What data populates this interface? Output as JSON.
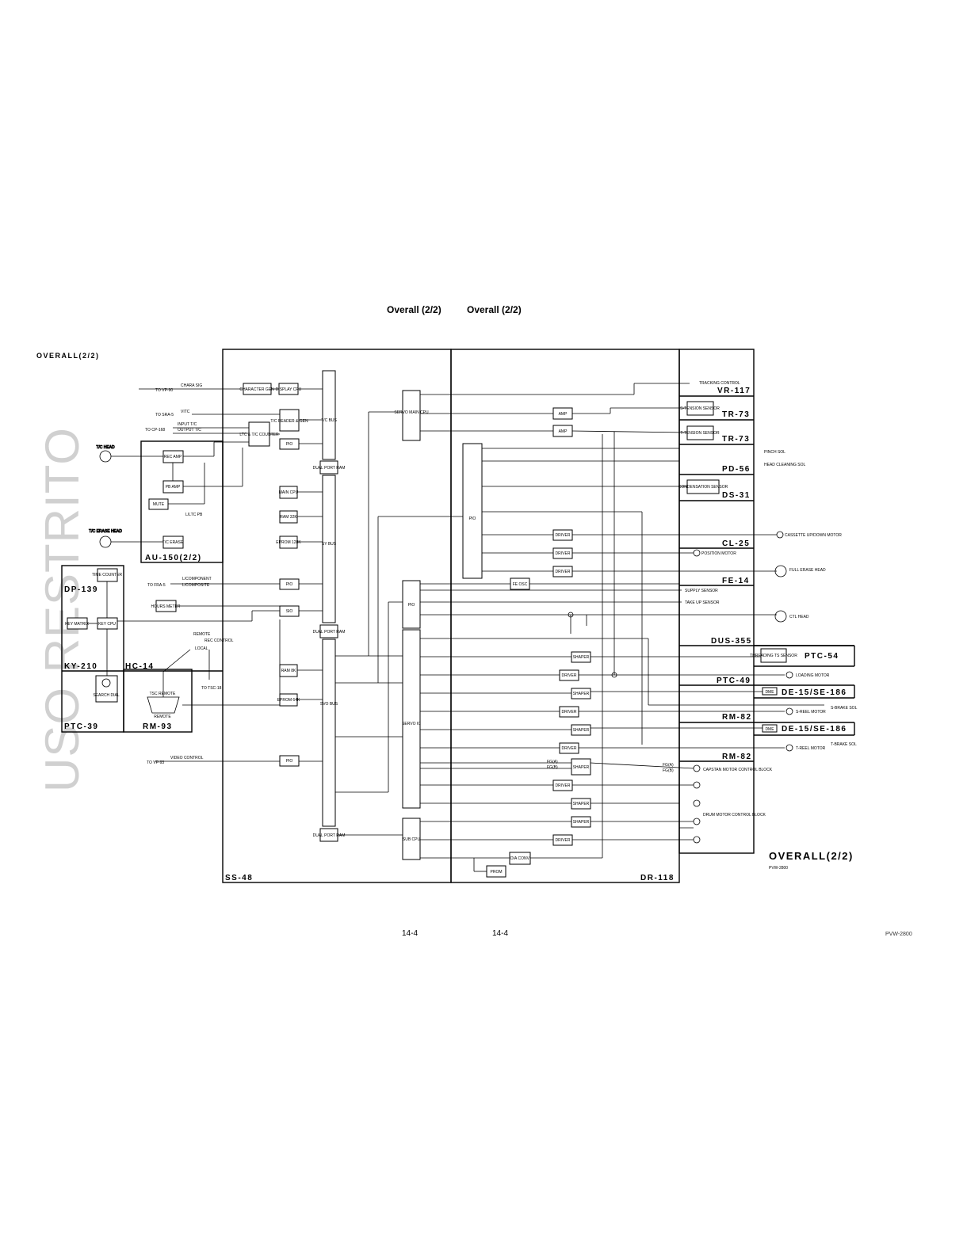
{
  "header": {
    "left": "Overall (2/2)",
    "right": "Overall (2/2)"
  },
  "watermark": "USO RESTRITO",
  "diagram_title": "OVERALL(2/2)",
  "big_title": "OVERALL(2/2)",
  "model_sub": "PVW-2800",
  "footer": {
    "left": "14-4",
    "right": "14-4",
    "model": "PVW-2800"
  },
  "boards": {
    "au150": "AU-150(2/2)",
    "dp139": "DP-139",
    "ky210": "KY-210",
    "hc14": "HC-14",
    "ptc39": "PTC-39",
    "rm93": "RM-93",
    "ss48": "SS-48",
    "dr118": "DR-118",
    "vr117": "VR-117",
    "tr73a": "TR-73",
    "tr73b": "TR-73",
    "pd56": "PD-56",
    "ds31": "DS-31",
    "cl25": "CL-25",
    "fe14": "FE-14",
    "dus355": "DUS-355",
    "ptc54": "PTC-54",
    "ptc49": "PTC-49",
    "de15a": "DE-15/SE-186",
    "rm82a": "RM-82",
    "de15b": "DE-15/SE-186",
    "rm82b": "RM-82"
  },
  "blocks": {
    "char_gen": "CHARACTER GEN",
    "disp_cpu": "DISPLAY CPU",
    "tc_reader": "T/C READER & GEN",
    "ltc": "LTC & T/C COUNTER",
    "pio": "PIO",
    "rec_amp": "REC AMP",
    "pb_amp": "PB AMP",
    "mute": "MUTE",
    "tc_erase": "T/C ERASE",
    "tc_bus": "T/C BUS",
    "dual_ram": "DUAL PORT RAM",
    "main_cpu": "MAIN CPU",
    "ram32": "RAM 32K",
    "eprom128": "EPROM 128K",
    "sy_bus": "SY BUS",
    "sio": "SIO",
    "ram8": "RAM 8K",
    "eprom64": "EPROM 64K",
    "svo_bus": "SVO BUS",
    "servo_main": "SERVO MAIN CPU",
    "servo_ic": "SERVO IC",
    "sub_cpu": "SUB CPU",
    "amp": "AMP",
    "driver": "DRIVER",
    "shaper": "SHAPER",
    "fe_osc": "FE OSC",
    "da_conv": "D/A CONV",
    "prom": "PROM",
    "time_counter": "TIME COUNTER",
    "key_matrix": "KEY MATRIX",
    "key_cpu": "KEY CPU",
    "hours_meter": "HOURS METER",
    "search_dial": "SEARCH DIAL",
    "tsc_remote": "TSC REMOTE",
    "remote": "REMOTE",
    "s_tension": "S-TENSION SENSOR",
    "t_tension": "T-TENSION SENSOR",
    "condensation": "CONDENSATION SENSOR",
    "threading": "THREADING TS SENSOR",
    "dme": "DME"
  },
  "signals": {
    "to_vp90": "TO VP-90",
    "chara_sig": "CHARA SIG",
    "to_sra5": "TO SRA-5",
    "vitc": "VITC",
    "to_cp168": "TO CP-168",
    "input_tc": "INPUT T/C",
    "output_tc": "OUTPUT T/C",
    "ltc_pb": "L/LTC PB",
    "to_fra5": "TO FRA-5",
    "lcomp1": "L/COMPONENT",
    "lcomp2": "L/COMPOSITE",
    "remote": "REMOTE",
    "rec_control": "REC CONTROL",
    "local": "LOCAL",
    "to_tsc18": "TO TSC-18",
    "to_vp93": "TO VP-93",
    "video_control": "VIDEO CONTROL",
    "tracking": "TRACKING CONTROL",
    "pinch_sol": "PINCH SOL",
    "head_clean": "HEAD CLEANING SOL",
    "cassette_motor": "CASSETTE UP/DOWN MOTOR",
    "position_motor": "POSITION MOTOR",
    "full_erase": "FULL ERASE HEAD",
    "supply_sensor": "SUPPLY SENSOR",
    "takeup_sensor": "TAKE UP SENSOR",
    "cyl_head": "CTL HEAD",
    "loading_motor": "LOADING MOTOR",
    "s_reel": "S-REEL MOTOR",
    "s_brake": "S-BRAKE SOL",
    "t_reel": "T-REEL MOTOR",
    "t_brake": "T-BRAKE SOL",
    "fga": "FG(A)",
    "fgb": "FG(B)",
    "capstan": "CAPSTAN MOTOR CONTROL BLOCK",
    "drum": "DRUM MOTOR CONTROL BLOCK",
    "tc_head": "T/C HEAD",
    "tc_erase_head": "T/C ERASE HEAD"
  }
}
